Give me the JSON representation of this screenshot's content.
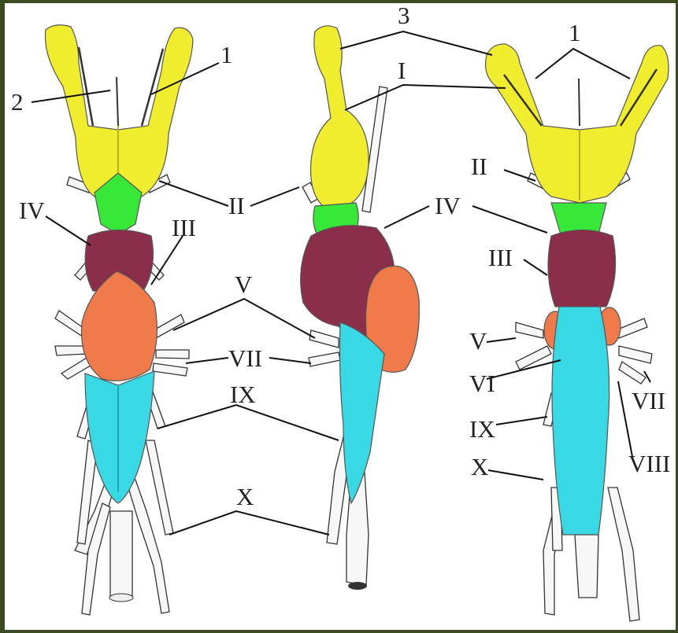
{
  "colors": {
    "frame": "#3b4a22",
    "olfactory_bulbs_and_hemispheres": "#f0ec2e",
    "diencephalon": "#38e838",
    "midbrain": "#8a2e4a",
    "cerebellum": "#f07a4a",
    "medulla": "#38d8e4",
    "nerves": "#f7f7f7"
  },
  "labels": {
    "n1": "1",
    "n2": "2",
    "n3": "3",
    "r1": "I",
    "r2": "II",
    "r3": "III",
    "r4": "IV",
    "r5": "V",
    "r6": "VI",
    "r7": "VII",
    "r8": "VIII",
    "r9": "IX",
    "r10": "X"
  }
}
